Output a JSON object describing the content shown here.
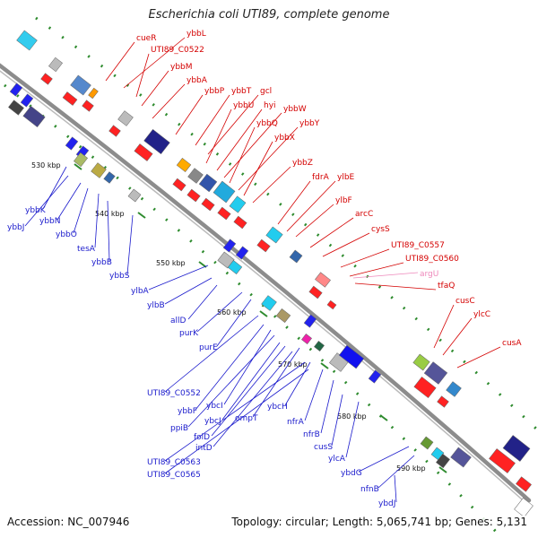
{
  "title": "Escherichia coli UTI89, complete genome",
  "accession": "Accession: NC_007946",
  "topology": "Topology: circular; Length: 5,065,741 bp; Genes: 5,131",
  "colors": {
    "backbone": "#8c8c8c",
    "plus_label": "#d40000",
    "minus_label": "#1a1acc",
    "rna_label": "#ee88bb",
    "tick": "#2e8b2e"
  },
  "scale_labels": [
    "530 kbp",
    "540 kbp",
    "550 kbp",
    "560 kbp",
    "570 kbp",
    "580 kbp",
    "590 kbp"
  ],
  "plus_genes": [
    "cueR",
    "ybbL",
    "UTI89_C0522",
    "ybbM",
    "ybbA",
    "ybbP",
    "ybbT",
    "gcl",
    "ybbU",
    "hyi",
    "ybbW",
    "ybbQ",
    "ybbY",
    "ybbX",
    "ybbZ",
    "fdrA",
    "ylbE",
    "ylbF",
    "arcC",
    "cysS",
    "UTI89_C0557",
    "UTI89_C0560",
    "tfaQ",
    "cusC",
    "ylcC",
    "cusA"
  ],
  "rna_genes": [
    "argU"
  ],
  "minus_genes": [
    "ybbK",
    "ybbJ",
    "ybbN",
    "ybbO",
    "tesA",
    "ybbB",
    "ybbS",
    "ylbA",
    "ylbB",
    "allD",
    "purK",
    "purE",
    "UTI89_C0552",
    "ybbF",
    "ybcI",
    "ppiB",
    "ybcJ",
    "folD",
    "ompT",
    "intD",
    "ybcH",
    "nfrA",
    "nfrB",
    "cusS",
    "ylcA",
    "ybdG",
    "nfnB",
    "ybdJ",
    "UTI89_C0563",
    "UTI89_C0565"
  ]
}
